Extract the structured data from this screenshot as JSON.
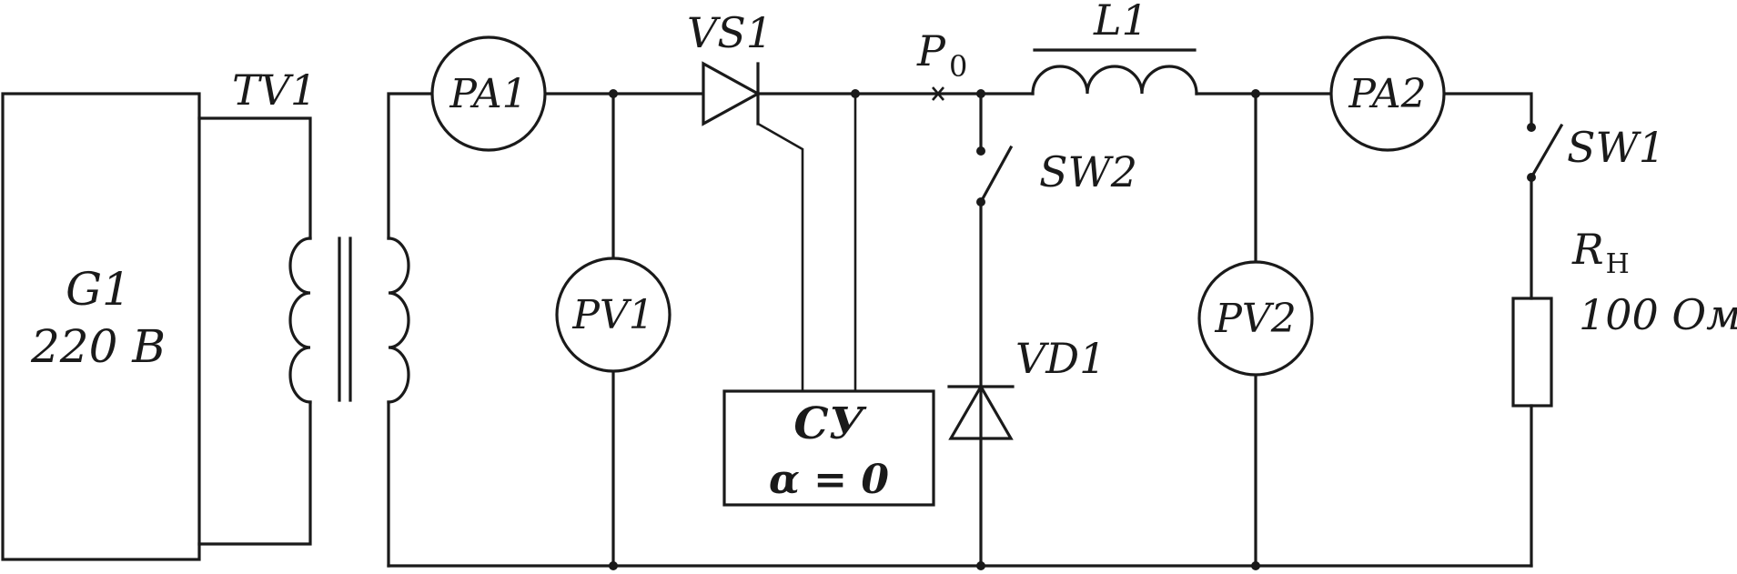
{
  "generator": {
    "name": "G1",
    "voltage": "220 В"
  },
  "transformer": {
    "name": "TV1"
  },
  "meters": {
    "pa1": "PA1",
    "pv1": "PV1",
    "pv2": "PV2",
    "pa2": "PA2"
  },
  "thyristor": {
    "name": "VS1"
  },
  "control_unit": {
    "name": "СУ",
    "angle": "α = 0"
  },
  "test_point": {
    "base": "P",
    "sub": "0"
  },
  "inductor": {
    "name": "L1"
  },
  "switches": {
    "sw1": "SW1",
    "sw2": "SW2"
  },
  "diode": {
    "name": "VD1"
  },
  "load": {
    "base": "R",
    "sub": "Н",
    "value": "100 Ом"
  }
}
